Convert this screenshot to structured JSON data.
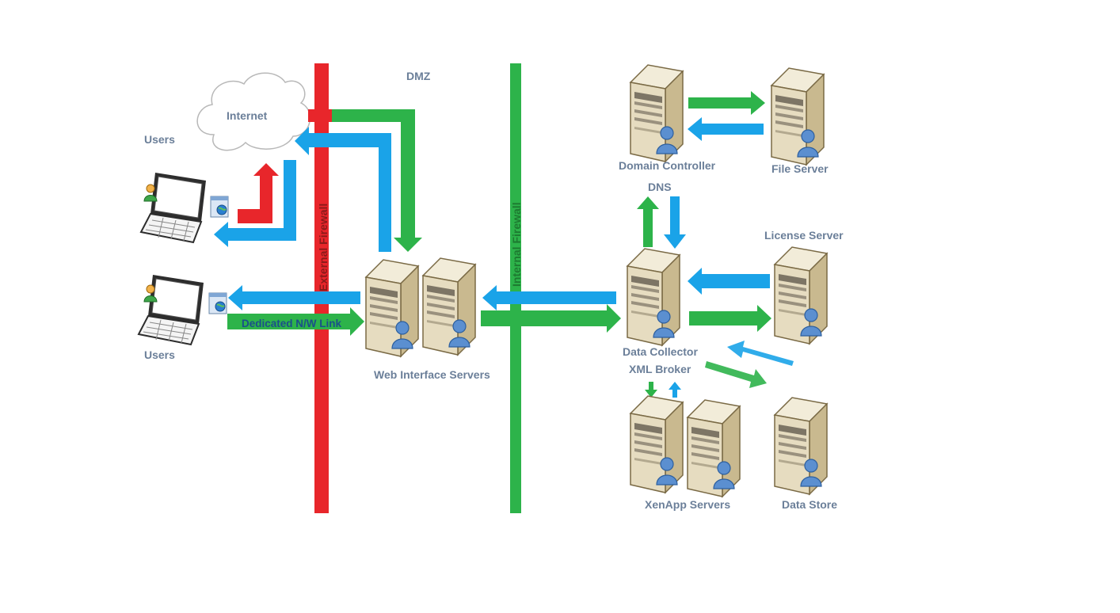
{
  "labels": {
    "dmz": "DMZ",
    "internet": "Internet",
    "users_top": "Users",
    "users_bottom": "Users",
    "external_firewall": "External Firewall",
    "internal_firewall": "Internal Firewall",
    "dedicated_link": "Dedicated N/W Link",
    "web_interface_servers": "Web Interface Servers",
    "domain_controller": "Domain Controller",
    "dns": "DNS",
    "file_server": "File Server",
    "license_server": "License Server",
    "data_collector": "Data Collector",
    "xml_broker": "XML Broker",
    "xenapp_servers": "XenApp Servers",
    "data_store": "Data Store"
  },
  "colors": {
    "red": "#e8262b",
    "green": "#2db34a",
    "blue": "#1aa3e8",
    "label": "#6b7f99",
    "server_body": "#e6dcc0",
    "server_side": "#c9b98f",
    "user_blue": "#5b8fd0"
  },
  "icons": {
    "cloud": "cloud-icon",
    "laptop": "laptop-icon",
    "server": "server-icon",
    "user": "user-icon",
    "browser": "browser-icon"
  }
}
